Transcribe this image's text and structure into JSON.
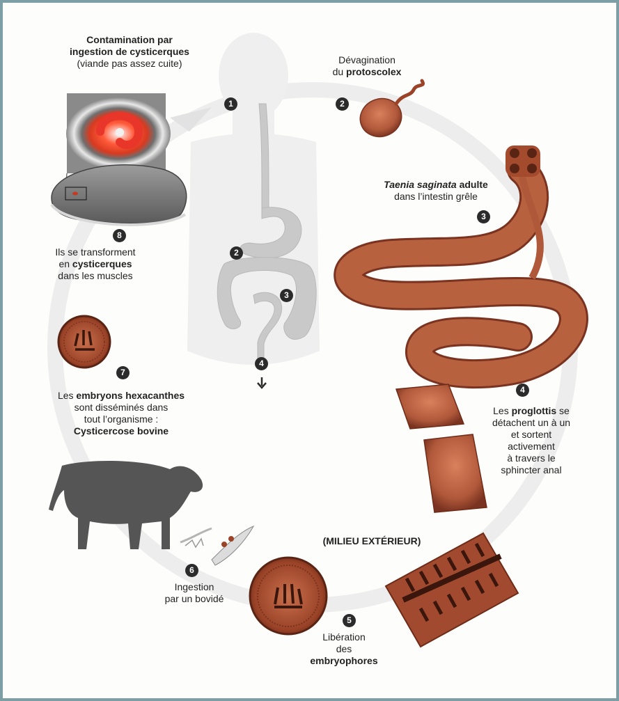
{
  "steps": {
    "s1": {
      "num": "1"
    },
    "s2": {
      "num": "2",
      "line1": "Dévagination",
      "line2_pre": "du ",
      "line2_bold": "protoscolex"
    },
    "s3": {
      "num": "3",
      "line1_italic": "Taenia saginata",
      "line1_bold": " adulte",
      "line2": "dans l’intestin grêle"
    },
    "s4": {
      "num": "4",
      "line1_pre": "Les ",
      "line1_bold": "proglottis",
      "line1_post": " se",
      "line2": "détachent un à un",
      "line3": "et sortent",
      "line4": "activement",
      "line5": "à travers le",
      "line6": "sphincter anal"
    },
    "milieu": "(MILIEU EXTÉRIEUR)",
    "s5": {
      "num": "5",
      "line1": "Libération",
      "line2": "des",
      "line3_bold": "embryophores"
    },
    "s6": {
      "num": "6",
      "line1": "Ingestion",
      "line2": "par un bovidé"
    },
    "s7": {
      "num": "7",
      "line1_pre": "Les ",
      "line1_bold": "embryons hexacanthes",
      "line2": "sont disséminés dans",
      "line3": "tout l’organisme :",
      "line4_bold": "Cysticercose bovine"
    },
    "s8": {
      "num": "8",
      "line1": "Ils se transforment",
      "line2_pre": "en ",
      "line2_bold": "cysticerques",
      "line3": "dans les muscles"
    },
    "contamination": {
      "line1_bold": "Contamination par",
      "line2_bold": "ingestion de cysticerques",
      "line3": "(viande pas assez cuite)"
    }
  },
  "body_numbers": {
    "n2": "2",
    "n3": "3",
    "n4": "4"
  },
  "colors": {
    "frame": "#7e9ea6",
    "worm": "#b0583a",
    "worm_dark": "#6e2c18",
    "body_gray": "#c9c9c9",
    "cow": "#555555",
    "marker": "#2b2b2b",
    "cycle": "#ececec"
  }
}
